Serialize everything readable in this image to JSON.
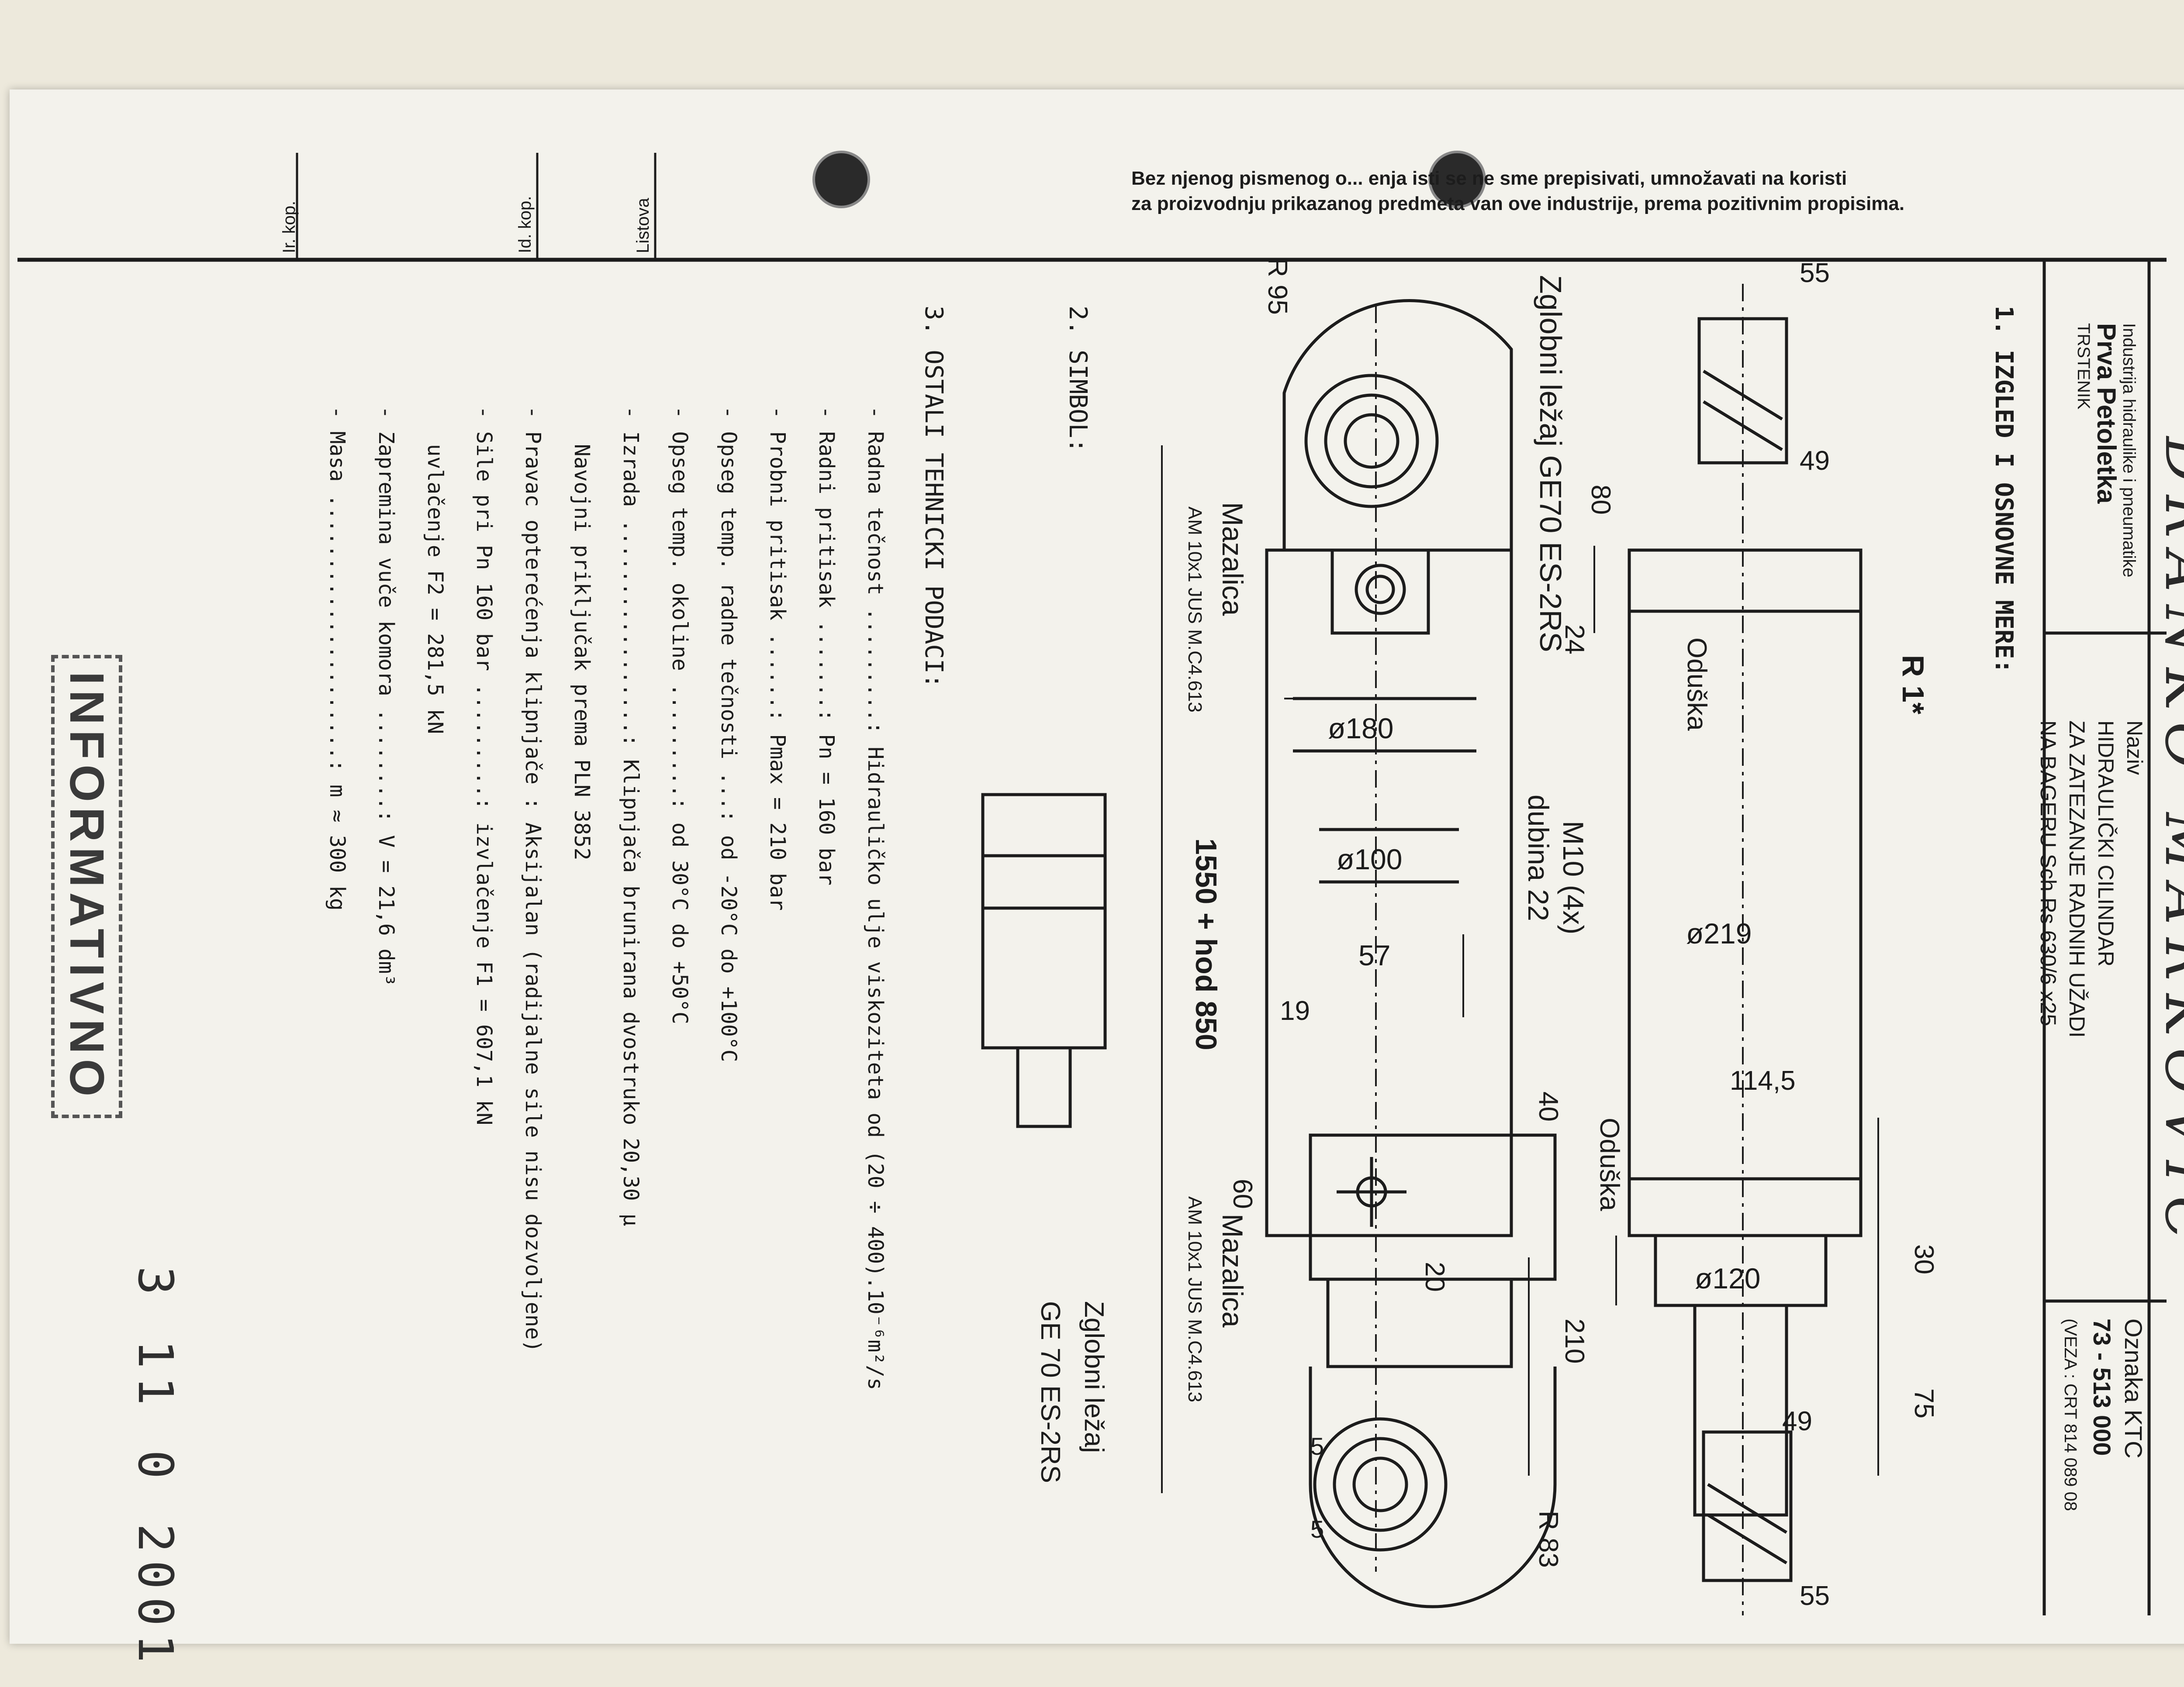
{
  "legal_notice": {
    "line1": "Bez njenog pismenog o... enja isti se ne sme prepisivati, umnožavati na koristi",
    "line2": "za proizvodnju prikazanog predmeta van ove industrije, prema pozitivnim propisima."
  },
  "margin_labels": [
    "Ir. kop.",
    "Id. kop.",
    "Listova"
  ],
  "title_block": {
    "company": "Industrija hidraulike i pneumatike",
    "company_name": "Prva Petoletka",
    "city": "TRSTENIK",
    "naziv_label": "Naziv",
    "naziv_value": "HIDRAULIČKI CILINDAR",
    "naziv_line2": "ZA ZATEZANJE RADNIH UŽADI",
    "naziv_line3": "NA BAGERU Sch Rs 630/6 x25",
    "oznaka_label": "Oznaka",
    "oznaka_code": "KTC",
    "oznaka_number": "73 - 513 000",
    "veza": "(VEZA : CRT 814 089 08"
  },
  "handwritten_name": "DRANKO MARKOVIC",
  "sections": {
    "s1": "1. IZGLED I OSNOVNE MERE:",
    "s2": "2. SIMBOL:",
    "s3": "3. OSTALI TEHNICKI PODACI:"
  },
  "tech_data": [
    {
      "label": "Radna tečnost .........:",
      "value": "Hidrauličko ulje viskoziteta od (20 ÷ 400).10⁻⁶m²/s"
    },
    {
      "label": "Radni pritisak .......:",
      "value": "Pn = 160 bar"
    },
    {
      "label": "Probni pritisak ......:",
      "value": "Pmax = 210 bar"
    },
    {
      "label": "Opseg temp. radne tečnosti ...:",
      "value": "od -20°C do +100°C"
    },
    {
      "label": "Opseg temp. okoline .........:",
      "value": "od 30°C do +50°C"
    },
    {
      "label": "Izrada .................:",
      "value": "Klipnjača brunirana dvostruko 20,30 μ"
    },
    {
      "label": "",
      "value": "Navojni priključak prema PLN 3852"
    },
    {
      "label": "Pravac opterećenja klipnjače",
      "value": ": Aksijalan (radijalne sile nisu dozvoljene)"
    },
    {
      "label": "Sile pri Pn 160 bar .........:",
      "value": "izvlačenje F1 = 607,1 kN"
    },
    {
      "label": "",
      "value": "uvlačenje F2 = 281,5 kN"
    },
    {
      "label": "Zapremina vuče komora ........:",
      "value": "V = 21,6 dm³"
    },
    {
      "label": "Masa .....................:",
      "value": "m ≈ 300 kg"
    }
  ],
  "stamp": "INFORMATIVNO",
  "date_stamp": "3 11 0 2001",
  "drawing_labels": {
    "r95": "R 95",
    "r83": "R 83",
    "r1": "R 1*",
    "d55_top": "55",
    "d55_bot": "55",
    "d49_top": "49",
    "d49_bot": "49",
    "d80": "80",
    "d24": "24",
    "d180": "ø180",
    "d100": "ø100",
    "d219": "ø219",
    "d120": "ø120",
    "d57": "57",
    "d19": "19",
    "d40": "40",
    "d60": "60",
    "d20": "20",
    "d114": "114,5",
    "d30": "30",
    "d75": "75",
    "d210": "210",
    "d5a": "5",
    "d5b": "5",
    "m10": "M10 (4x)",
    "dubina": "dubina 22",
    "length": "1550 + hod 850",
    "oduska1": "Oduška",
    "oduska2": "Oduška",
    "mazalica1": "Mazalica",
    "mazalica1_sub": "AM 10x1 JUS M.C4.613",
    "mazalica2": "Mazalica",
    "mazalica2_sub": "AM 10x1 JUS M.C4.613",
    "lezaj1": "Zglobni ležaj GE70 ES-2RS",
    "lezaj2_a": "Zglobni ležaj",
    "lezaj2_b": "GE 70 ES-2RS"
  },
  "colors": {
    "paper": "#f3f2ec",
    "ink": "#1c1c1c",
    "background": "#ede9dc"
  }
}
